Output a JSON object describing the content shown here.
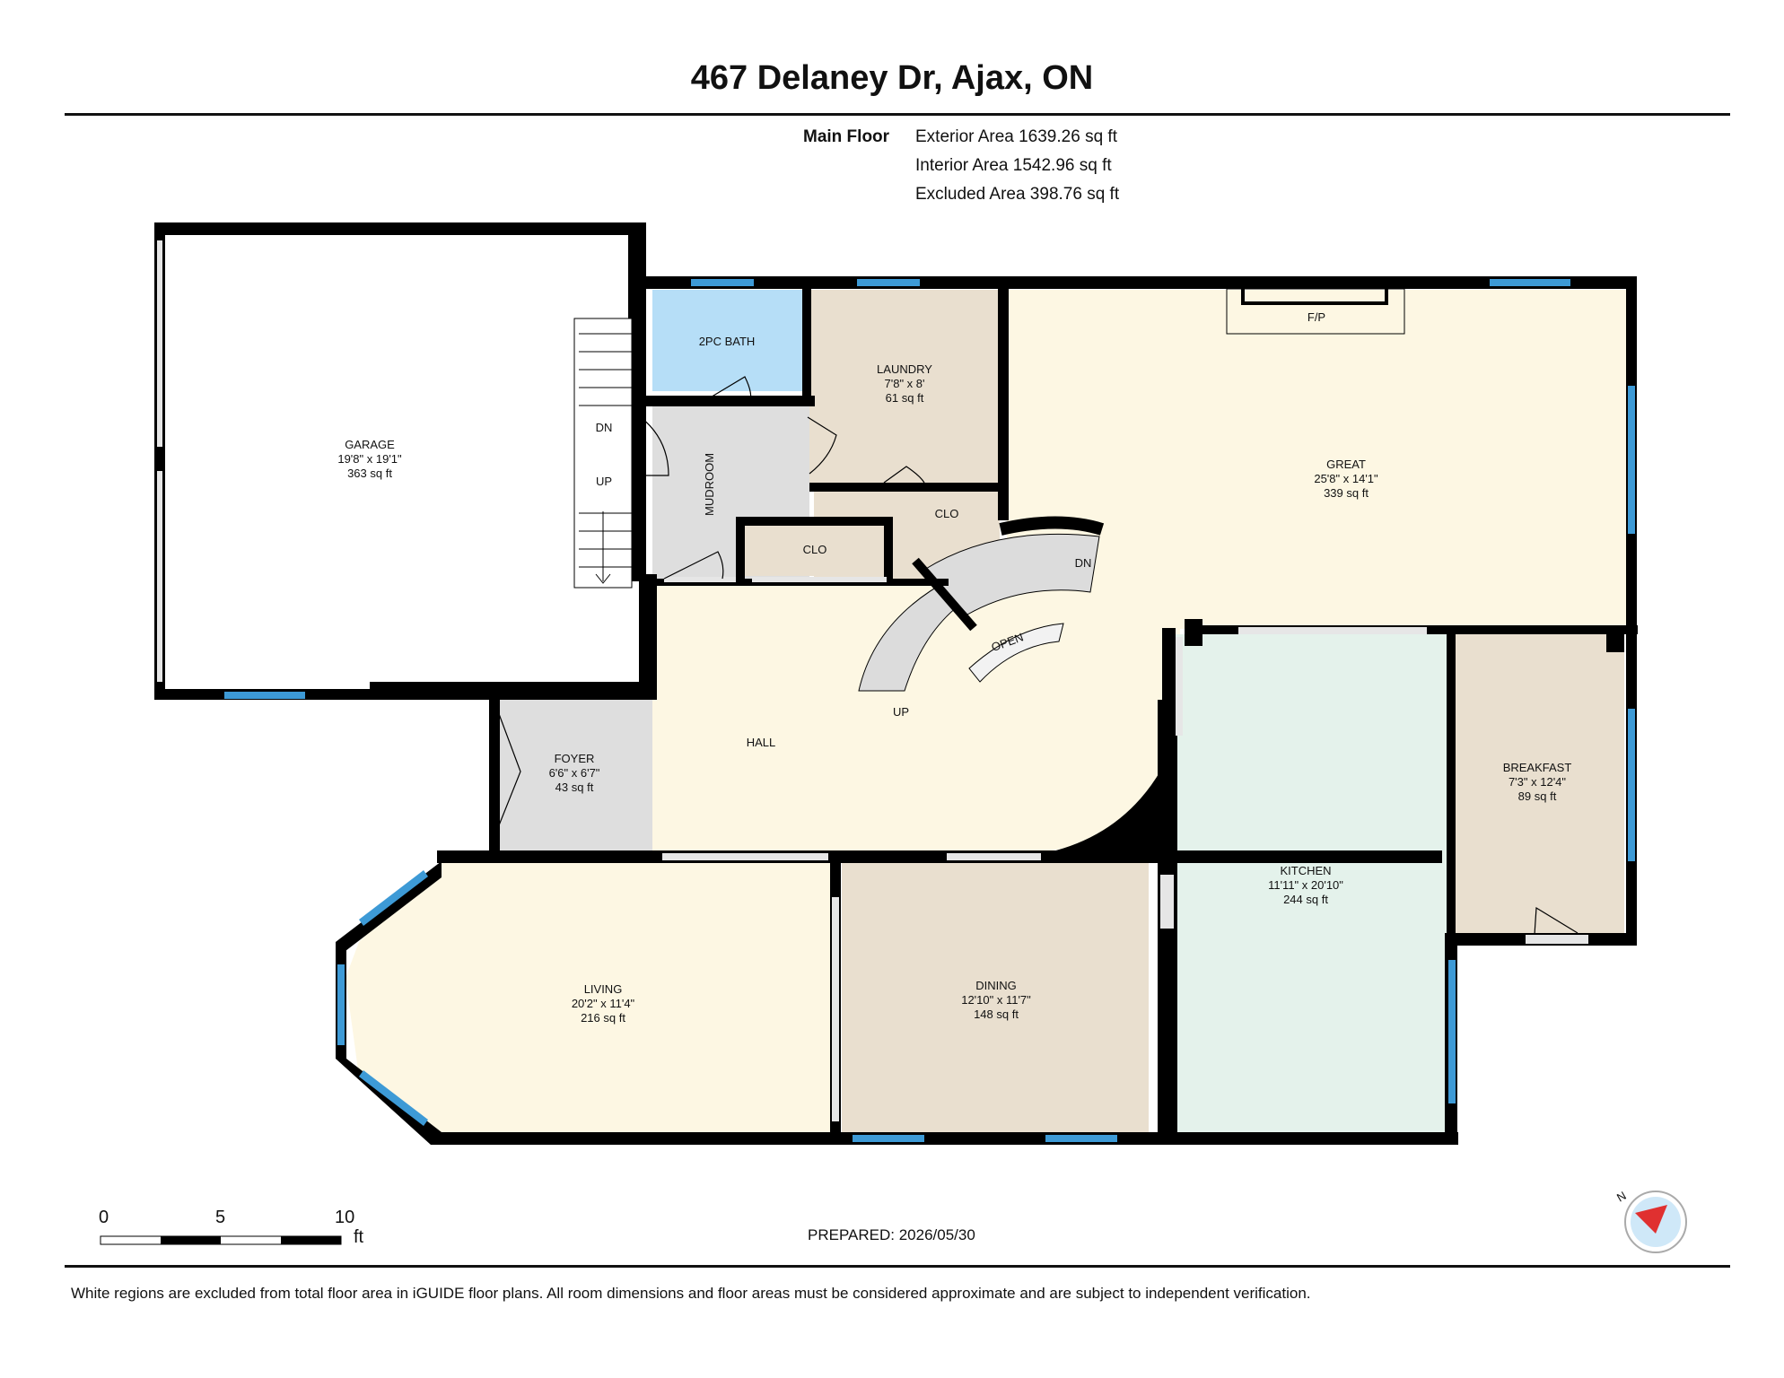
{
  "header": {
    "title": "467 Delaney Dr, Ajax, ON",
    "floor_name": "Main Floor",
    "exterior_area": "Exterior Area 1639.26 sq ft",
    "interior_area": "Interior Area 1542.96 sq ft",
    "excluded_area": "Excluded Area 398.76 sq ft"
  },
  "rooms": {
    "garage": {
      "name": "GARAGE",
      "dims": "19'8\" x 19'1\"",
      "area": "363 sq ft"
    },
    "bath": {
      "name": "2PC BATH"
    },
    "laundry": {
      "name": "LAUNDRY",
      "dims": "7'8\" x 8'",
      "area": "61 sq ft"
    },
    "great": {
      "name": "GREAT",
      "dims": "25'8\" x 14'1\"",
      "area": "339 sq ft"
    },
    "fireplace": {
      "name": "F/P"
    },
    "mudroom": {
      "name": "MUDROOM"
    },
    "clo1": {
      "name": "CLO"
    },
    "clo2": {
      "name": "CLO"
    },
    "hall": {
      "name": "HALL"
    },
    "foyer": {
      "name": "FOYER",
      "dims": "6'6\" x 6'7\"",
      "area": "43 sq ft"
    },
    "kitchen": {
      "name": "KITCHEN",
      "dims": "11'11\" x 20'10\"",
      "area": "244 sq ft"
    },
    "breakfast": {
      "name": "BREAKFAST",
      "dims": "7'3\" x 12'4\"",
      "area": "89 sq ft"
    },
    "living": {
      "name": "LIVING",
      "dims": "20'2\" x 11'4\"",
      "area": "216 sq ft"
    },
    "dining": {
      "name": "DINING",
      "dims": "12'10\" x 11'7\"",
      "area": "148 sq ft"
    }
  },
  "stairs": {
    "garage_dn": "DN",
    "garage_up": "UP",
    "main_dn": "DN",
    "main_up": "UP",
    "open": "OPEN"
  },
  "scale": {
    "tick0": "0",
    "tick5": "5",
    "tick10": "10",
    "unit": "ft"
  },
  "compass": {
    "label": "N"
  },
  "footer": {
    "prepared": "PREPARED: 2026/05/30",
    "disclaimer": "White regions are excluded from total floor area in iGUIDE floor plans. All room dimensions and floor areas must be considered approximate and are subject to independent verification."
  },
  "colors": {
    "yellow": "#fdf7e3",
    "beige": "#e9dfcf",
    "mint": "#e4f2eb",
    "gray": "#dedede",
    "bath_blue": "#b6def7",
    "window_blue": "#3d9ad6",
    "wall": "#000000"
  }
}
